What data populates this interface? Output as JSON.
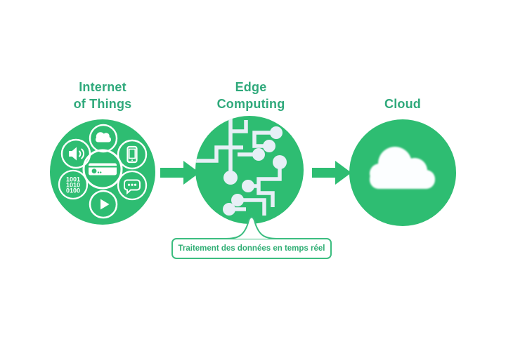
{
  "diagram": {
    "stages": [
      {
        "id": "iot",
        "title_lines": [
          "Internet",
          "of Things"
        ],
        "icons": [
          "cloud-icon",
          "speaker-icon",
          "smartphone-icon",
          "media-box-icon",
          "binary-code-icon",
          "chat-bubble-icon",
          "play-icon"
        ],
        "binary_lines": [
          "1001",
          "1010",
          "0100"
        ]
      },
      {
        "id": "edge",
        "title_lines": [
          "Edge",
          "Computing"
        ],
        "icons": [
          "circuit-board-icon"
        ]
      },
      {
        "id": "cloud",
        "title_lines": [
          "Cloud"
        ],
        "icons": [
          "cloud-icon"
        ]
      }
    ],
    "connectors": [
      {
        "type": "arrow-right",
        "from": "iot",
        "to": "edge"
      },
      {
        "type": "arrow-right",
        "from": "edge",
        "to": "cloud"
      }
    ],
    "callout": {
      "text": "Traitement des données en temps réel",
      "attached_to": "edge"
    },
    "colors": {
      "primary_green": "#2ebd72",
      "title_green": "#2fa97b",
      "circuit_line": "#e7eff6",
      "callout_border": "#3cbd80",
      "callout_text": "#2fae74",
      "background": "#ffffff"
    }
  }
}
